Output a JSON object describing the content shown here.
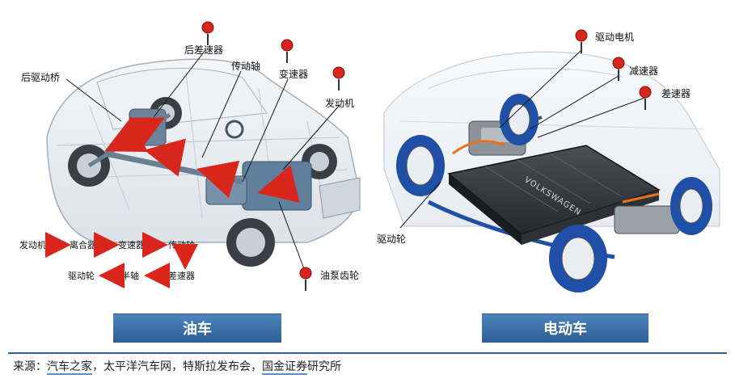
{
  "left": {
    "labels": {
      "rear_diff": "后差速器",
      "driveshaft": "传动轴",
      "rear_axle": "后驱动桥",
      "transmission": "变速器",
      "engine": "发动机",
      "oil_pump": "油泵齿轮"
    },
    "flow": {
      "row1": [
        "发动机",
        "离合器",
        "变速器",
        "传动轴"
      ],
      "row2": [
        "驱动轮",
        "半轴",
        "差速器"
      ]
    },
    "caption": "油车"
  },
  "right": {
    "labels": {
      "motor": "驱动电机",
      "reducer": "减速器",
      "diff": "差速器",
      "drive_wheel": "驱动轮"
    },
    "battery_text": "VOLKSWAGEN",
    "caption": "电动车"
  },
  "source": {
    "prefix": "来源：",
    "s1": "汽车之家",
    "sep1": "，太平洋汽车网，特斯拉发布会，",
    "s2": "国金证券",
    "s3": "研究所"
  },
  "colors": {
    "arrow": "#d9261c",
    "pin": "#d9261c",
    "caption_bar": "#3b6fa6",
    "wheel_blue": "#1f4fa6"
  }
}
